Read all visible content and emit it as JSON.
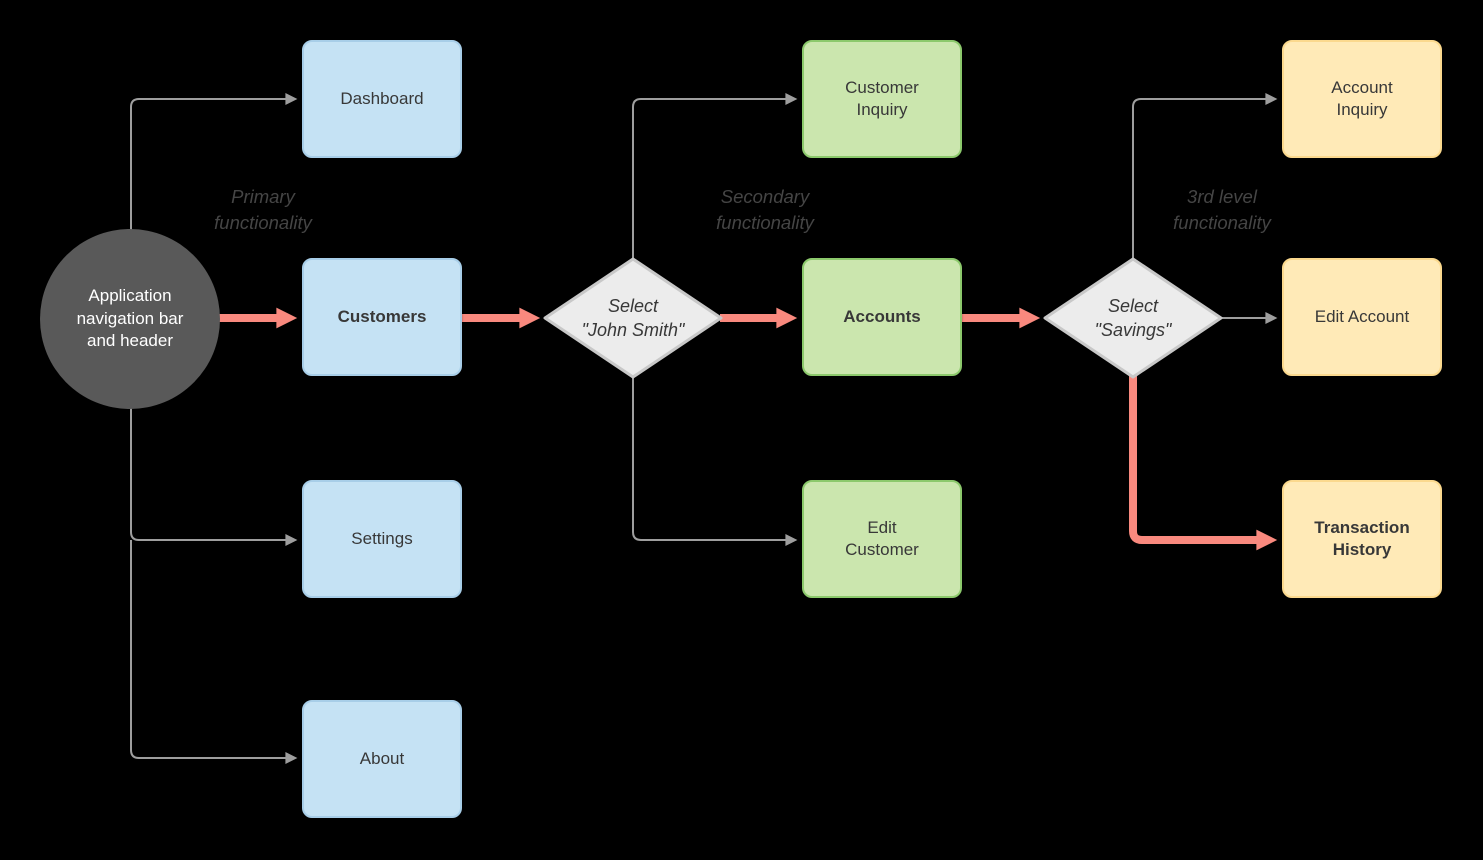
{
  "colors": {
    "background": "#000000",
    "highlight_arrow": "#f9897e",
    "connector_gray": "#9e9e9e",
    "circle_fill": "#595959",
    "circle_text": "#ffffff",
    "blue_fill": "#c5e2f4",
    "blue_border": "#a8cee8",
    "green_fill": "#cbe6ae",
    "green_border": "#8cc96c",
    "yellow_fill": "#ffeab7",
    "yellow_border": "#fbd98e",
    "diamond_fill": "#ececec",
    "diamond_border": "#c8c8c8",
    "node_text": "#383838",
    "section_label_text": "#454545"
  },
  "start_node": {
    "label": "Application\nnavigation bar\nand header"
  },
  "section_labels": {
    "primary": "Primary\nfunctionality",
    "secondary": "Secondary\nfunctionality",
    "third": "3rd level\nfunctionality"
  },
  "nodes": {
    "dashboard": {
      "label": "Dashboard"
    },
    "customers": {
      "label": "Customers"
    },
    "settings": {
      "label": "Settings"
    },
    "about": {
      "label": "About"
    },
    "customer_inquiry": {
      "label": "Customer\nInquiry"
    },
    "accounts": {
      "label": "Accounts"
    },
    "edit_customer": {
      "label": "Edit\nCustomer"
    },
    "account_inquiry": {
      "label": "Account\nInquiry"
    },
    "edit_account": {
      "label": "Edit Account"
    },
    "transaction_history": {
      "label": "Transaction\nHistory"
    }
  },
  "decisions": {
    "select_john_smith": {
      "label": "Select\n\"John Smith\""
    },
    "select_savings": {
      "label": "Select\n\"Savings\""
    }
  }
}
